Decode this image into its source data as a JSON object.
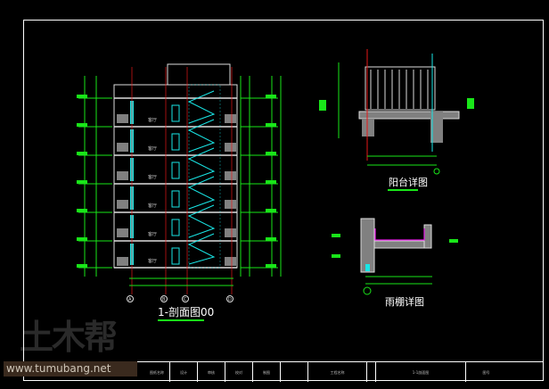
{
  "drawing": {
    "section_title": "1-剖面图00",
    "balcony_title": "阳台详图",
    "canopy_title": "雨棚详图",
    "room_label": "客厅",
    "axes": [
      "A",
      "B",
      "C",
      "D"
    ],
    "floors": 6
  },
  "title_block": {
    "cells": [
      "图纸名称",
      "设计",
      "审核",
      "校对",
      "制图",
      "工程名称",
      "1-1剖面图",
      "图号"
    ]
  },
  "watermark": {
    "logo": "土木帮",
    "url": "www.tumubang.net"
  },
  "colors": {
    "bg": "#000000",
    "green": "#19e619",
    "cyan": "#19e6e6",
    "red": "#e61919",
    "grey": "#808080",
    "magenta": "#e619e6"
  }
}
